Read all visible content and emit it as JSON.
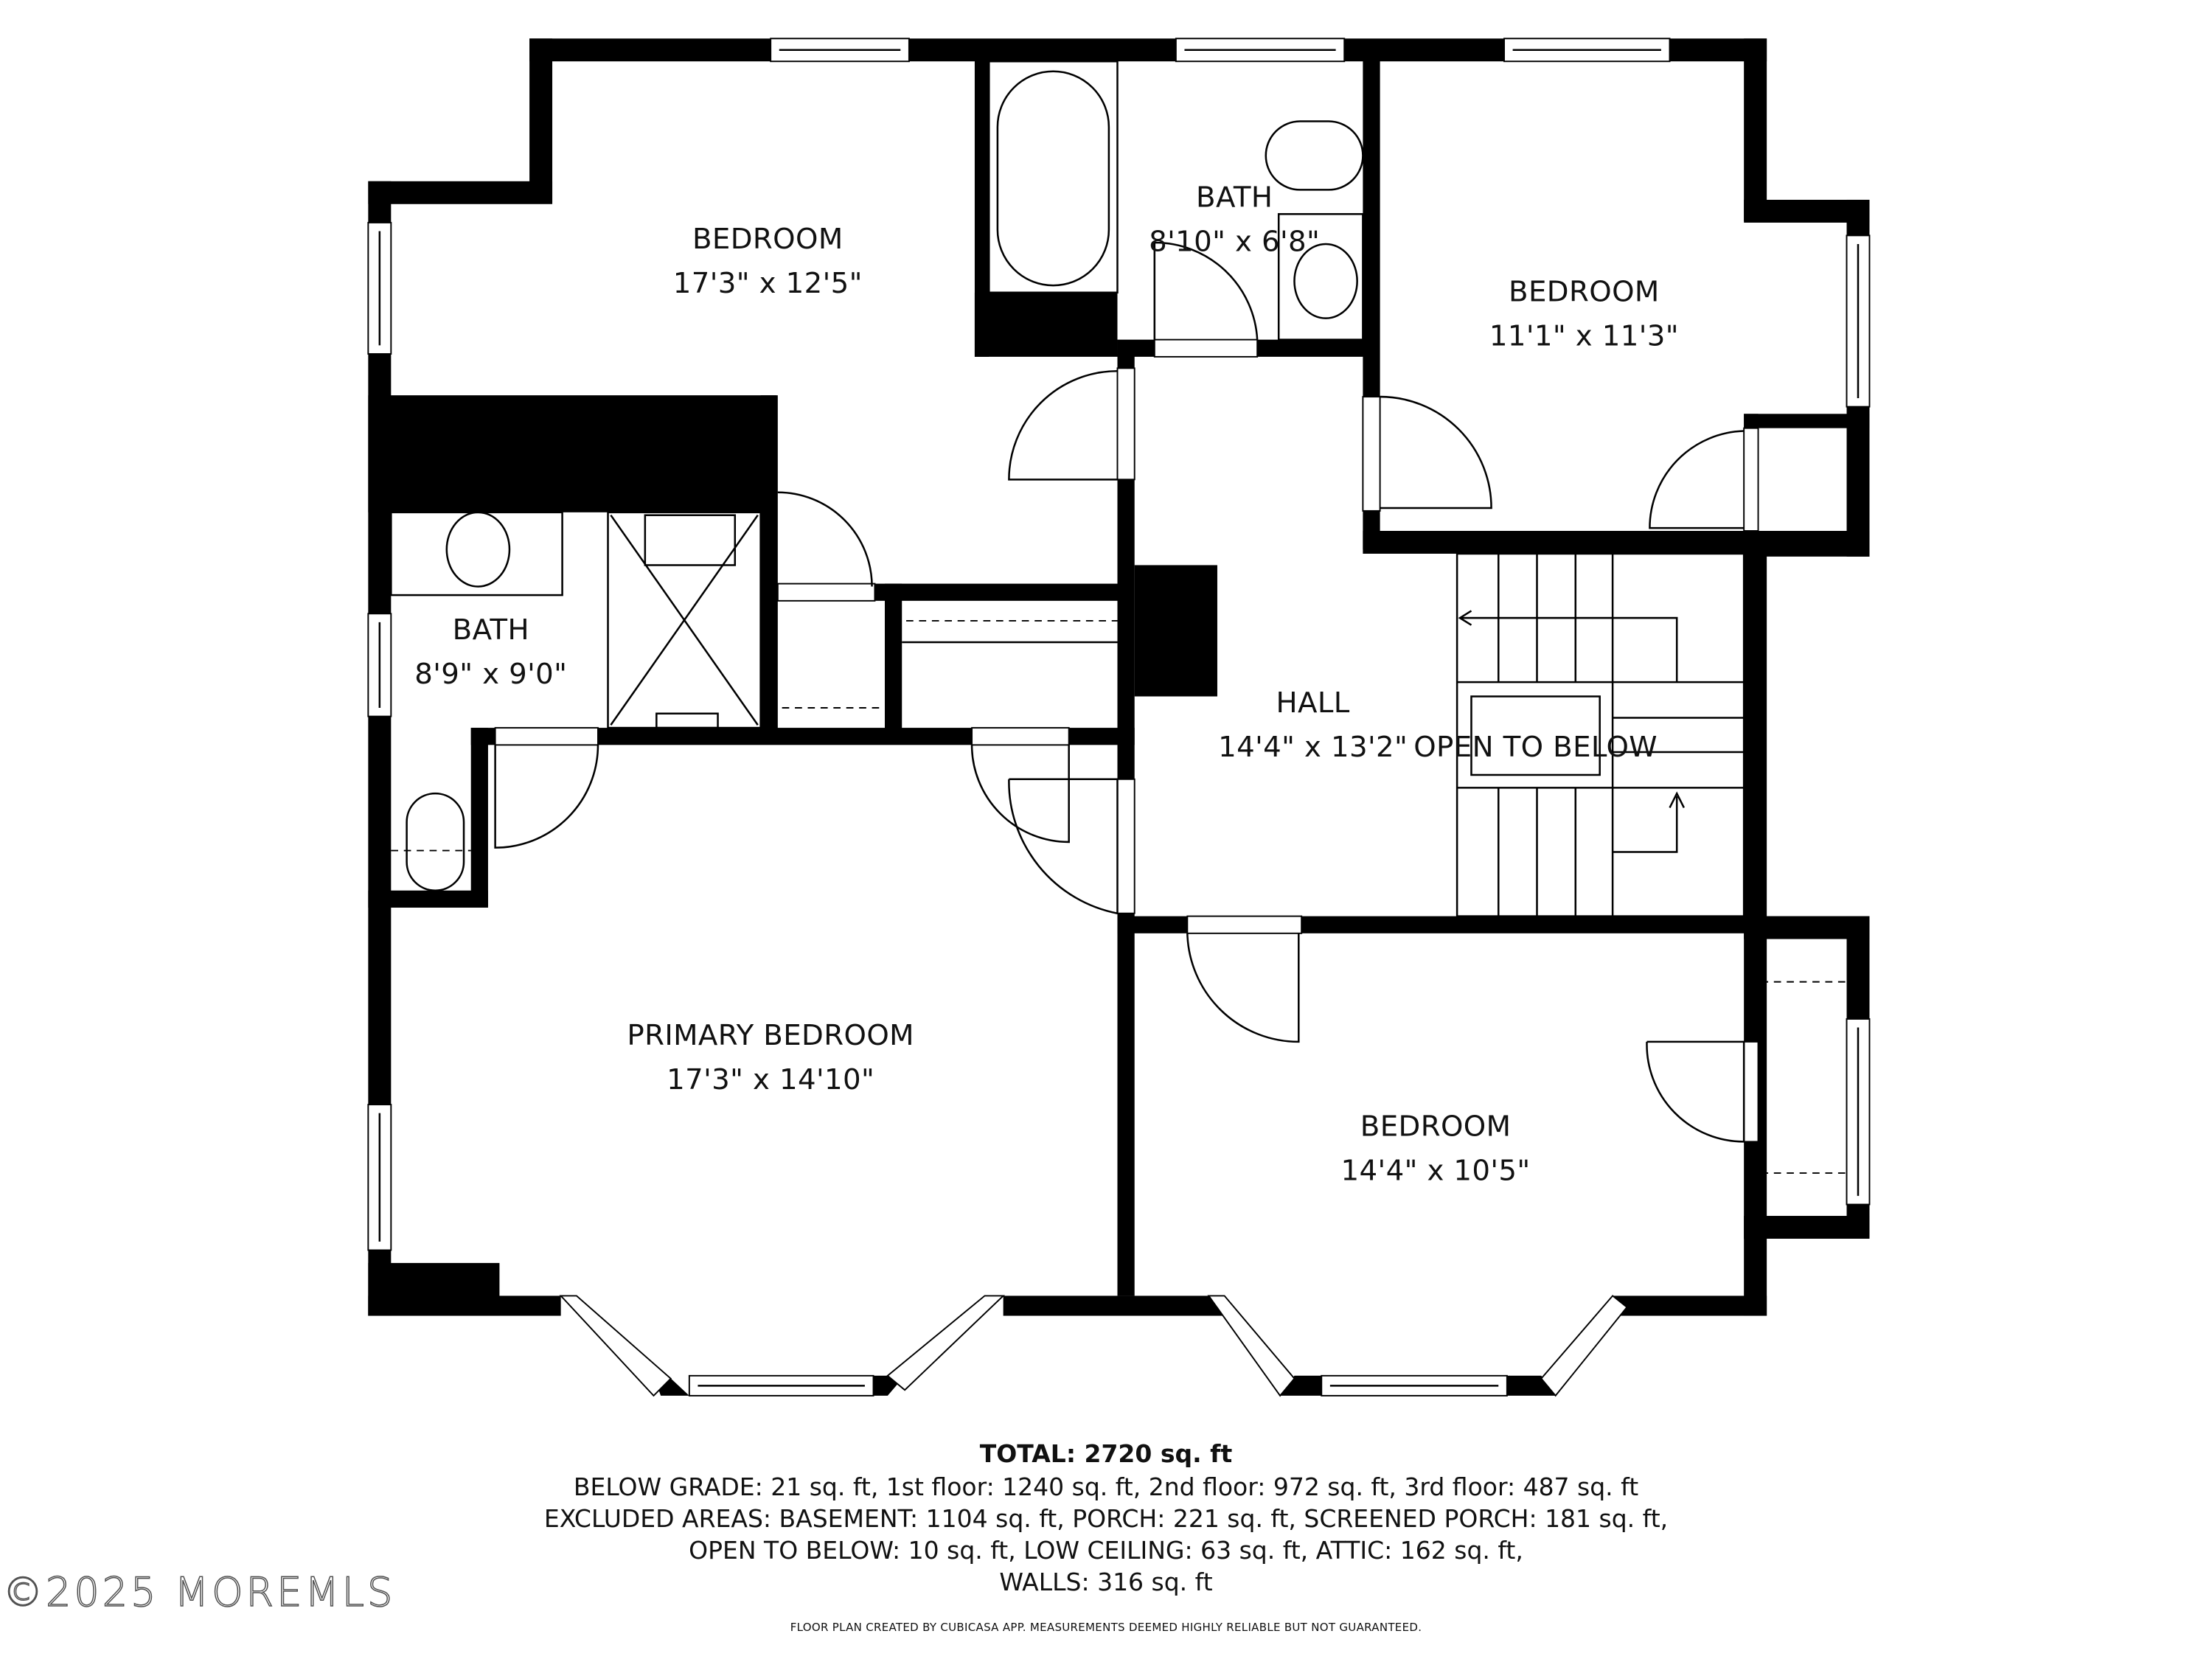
{
  "rooms": [
    {
      "id": "bedroom-nw",
      "name": "BEDROOM",
      "dimensions": "17'3\" x 12'5\""
    },
    {
      "id": "bath-n",
      "name": "BATH",
      "dimensions": "8'10\" x 6'8\""
    },
    {
      "id": "bedroom-ne",
      "name": "BEDROOM",
      "dimensions": "11'1\" x 11'3\""
    },
    {
      "id": "bath-w",
      "name": "BATH",
      "dimensions": "8'9\" x 9'0\""
    },
    {
      "id": "hall",
      "name": "HALL",
      "dimensions": "14'4\" x 13'2\"",
      "note": "OPEN TO BELOW"
    },
    {
      "id": "primary-bedroom",
      "name": "PRIMARY BEDROOM",
      "dimensions": "17'3\" x 14'10\""
    },
    {
      "id": "bedroom-se",
      "name": "BEDROOM",
      "dimensions": "14'4\" x 10'5\""
    }
  ],
  "summary": {
    "total": "TOTAL: 2720 sq. ft",
    "lines": [
      "BELOW GRADE: 21 sq. ft, 1st floor: 1240 sq. ft, 2nd floor: 972 sq. ft, 3rd floor: 487 sq. ft",
      "EXCLUDED AREAS: BASEMENT: 1104 sq. ft, PORCH: 221 sq. ft, SCREENED PORCH: 181 sq. ft,",
      "OPEN TO BELOW: 10 sq. ft, LOW CEILING: 63 sq. ft, ATTIC: 162 sq. ft,",
      "WALLS: 316 sq. ft"
    ],
    "disclaimer": "FLOOR PLAN CREATED BY CUBICASA APP. MEASUREMENTS DEEMED HIGHLY RELIABLE BUT NOT GUARANTEED."
  },
  "watermark": "©2025 MOREMLS",
  "colors": {
    "wall": "#000000",
    "background": "#ffffff",
    "text": "#111111"
  }
}
